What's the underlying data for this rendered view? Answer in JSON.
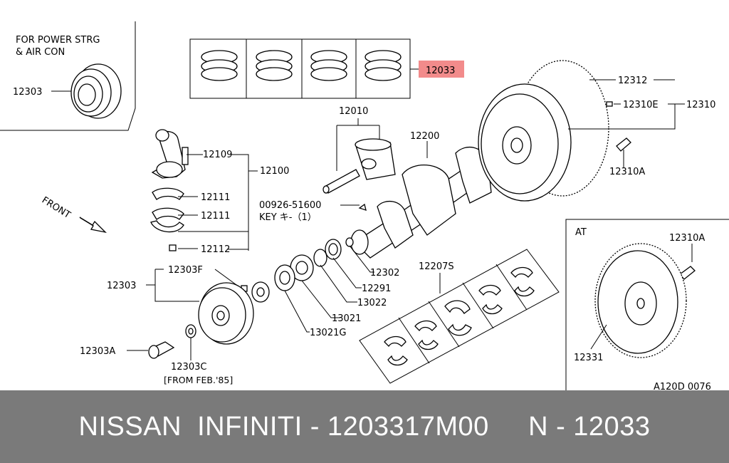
{
  "labels": {
    "note_power_1": "FOR POWER STRG",
    "note_power_2": "& AIR CON",
    "p12303_top": "12303",
    "p12033": "12033",
    "p12010": "12010",
    "p12200": "12200",
    "p12312": "12312",
    "p12310E": "12310E",
    "p12310": "12310",
    "p12310A": "12310A",
    "p12109": "12109",
    "p12100": "12100",
    "p12111a": "12111",
    "p12111b": "12111",
    "p12112": "12112",
    "front": "FRONT",
    "p00926": "00926-51600",
    "key": "KEY キ-（1）",
    "p12302": "12302",
    "p12291": "12291",
    "p13022": "13022",
    "p13021": "13021",
    "p13021G": "13021G",
    "p12303F": "12303F",
    "p12303": "12303",
    "p12303A": "12303A",
    "p12303C": "12303C",
    "from_feb": "[FROM FEB.'85]",
    "p12207S": "12207S",
    "at": "AT",
    "at_12310A": "12310A",
    "at_12331": "12331",
    "diagram_id": "A120D 0076"
  },
  "highlight_color": "#f28b8b",
  "footer": {
    "text": "NISSAN  INFINITI - 1203317M00     N - 12033"
  }
}
